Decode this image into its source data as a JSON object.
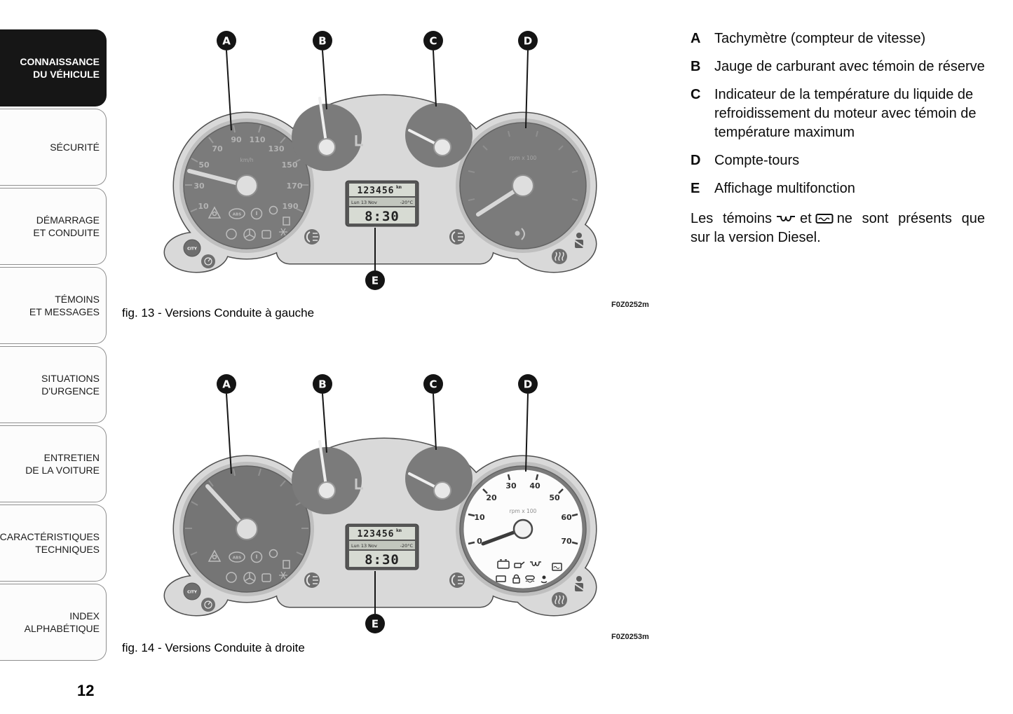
{
  "page_number": "12",
  "sidebar": {
    "items": [
      {
        "l1": "CONNAISSANCE",
        "l2": "DU VÉHICULE"
      },
      {
        "l1": "SÉCURITÉ"
      },
      {
        "l1": "DÉMARRAGE",
        "l2": "ET CONDUITE"
      },
      {
        "l1": "TÉMOINS",
        "l2": "ET MESSAGES"
      },
      {
        "l1": "SITUATIONS",
        "l2": "D'URGENCE"
      },
      {
        "l1": "ENTRETIEN",
        "l2": "DE LA VOITURE"
      },
      {
        "l1": "CARACTÉRISTIQUES",
        "l2": "TECHNIQUES"
      },
      {
        "l1": "INDEX",
        "l2": "ALPHABÉTIQUE"
      }
    ]
  },
  "figures": [
    {
      "caption": "fig. 13 - Versions Conduite à gauche",
      "code": "F0Z0252m",
      "callouts": {
        "a": "A",
        "b": "B",
        "c": "C",
        "d": "D",
        "e": "E"
      },
      "speedometer": {
        "unit": "km/h",
        "numbers": [
          "10",
          "30",
          "50",
          "70",
          "90",
          "110",
          "130",
          "150",
          "170",
          "190"
        ]
      },
      "tachometer": {
        "label": "rpm x 100"
      },
      "display": {
        "odometer": "123456",
        "odometer_unit": "km",
        "date": "Lun 13 Nov",
        "outside_temp": "-20°C",
        "clock": "8:30"
      },
      "buttons": {
        "city": "CITY"
      },
      "lamps": {
        "abs": "ABS"
      }
    },
    {
      "caption": "fig. 14 - Versions Conduite à droite",
      "code": "F0Z0253m",
      "callouts": {
        "a": "A",
        "b": "B",
        "c": "C",
        "d": "D",
        "e": "E"
      },
      "tachometer": {
        "label": "rpm x 100",
        "numbers": [
          "0",
          "10",
          "20",
          "30",
          "40",
          "50",
          "60",
          "70"
        ]
      },
      "display": {
        "odometer": "123456",
        "odometer_unit": "km",
        "date": "Lun 13 Nov",
        "outside_temp": "-20°C",
        "clock": "8:30"
      },
      "buttons": {
        "city": "CITY"
      },
      "lamps": {
        "abs": "ABS"
      }
    }
  ],
  "legend": {
    "items": [
      {
        "letter": "A",
        "text": "Tachymètre (compteur de vitesse)"
      },
      {
        "letter": "B",
        "text": "Jauge de carburant avec témoin de réserve"
      },
      {
        "letter": "C",
        "text": "Indicateur de la température du liquide de refroidissement du moteur avec témoin de température maximum"
      },
      {
        "letter": "D",
        "text": "Compte-tours"
      },
      {
        "letter": "E",
        "text": "Affichage multifonction"
      }
    ],
    "diesel_note": {
      "part1": "Les témoins",
      "part2": "et",
      "part3": "ne sont présents que sur la version Diesel."
    }
  }
}
